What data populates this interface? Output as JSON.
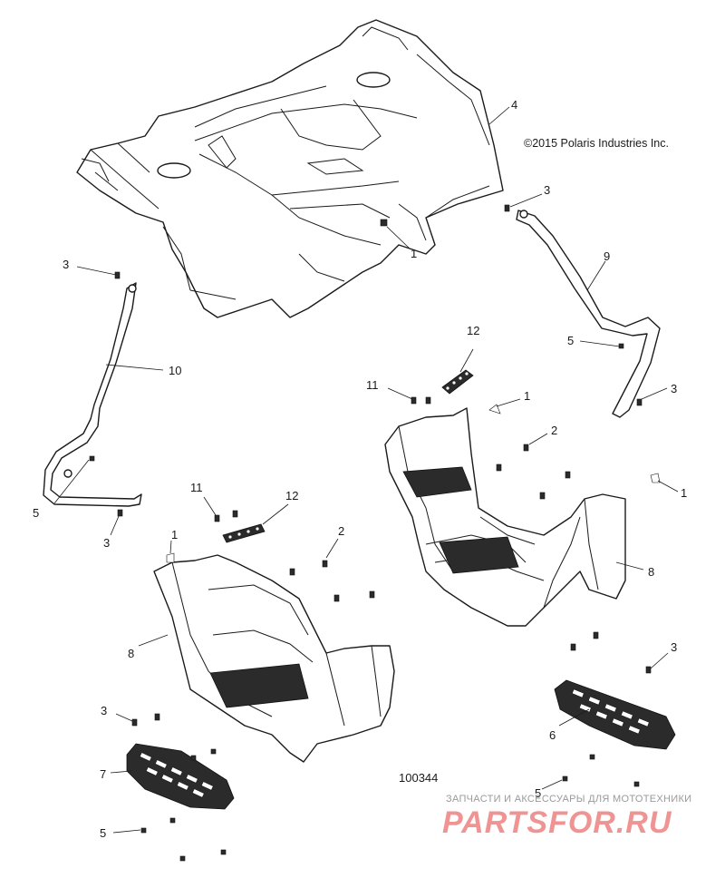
{
  "copyright": "©2015 Polaris Industries Inc.",
  "figure_number": "100344",
  "watermark": {
    "subtitle": "ЗАПЧАСТИ И АКСЕССУАРЫ ДЛЯ МОТОТЕХНИКИ",
    "brand": "PARTSFOR.RU",
    "color": "#e23a3a"
  },
  "callouts": [
    "4",
    "3",
    "1",
    "9",
    "5",
    "3",
    "3",
    "10",
    "12",
    "11",
    "1",
    "2",
    "1",
    "5",
    "3",
    "11",
    "12",
    "1",
    "2",
    "8",
    "8",
    "3",
    "3",
    "6",
    "7",
    "5",
    "5"
  ]
}
